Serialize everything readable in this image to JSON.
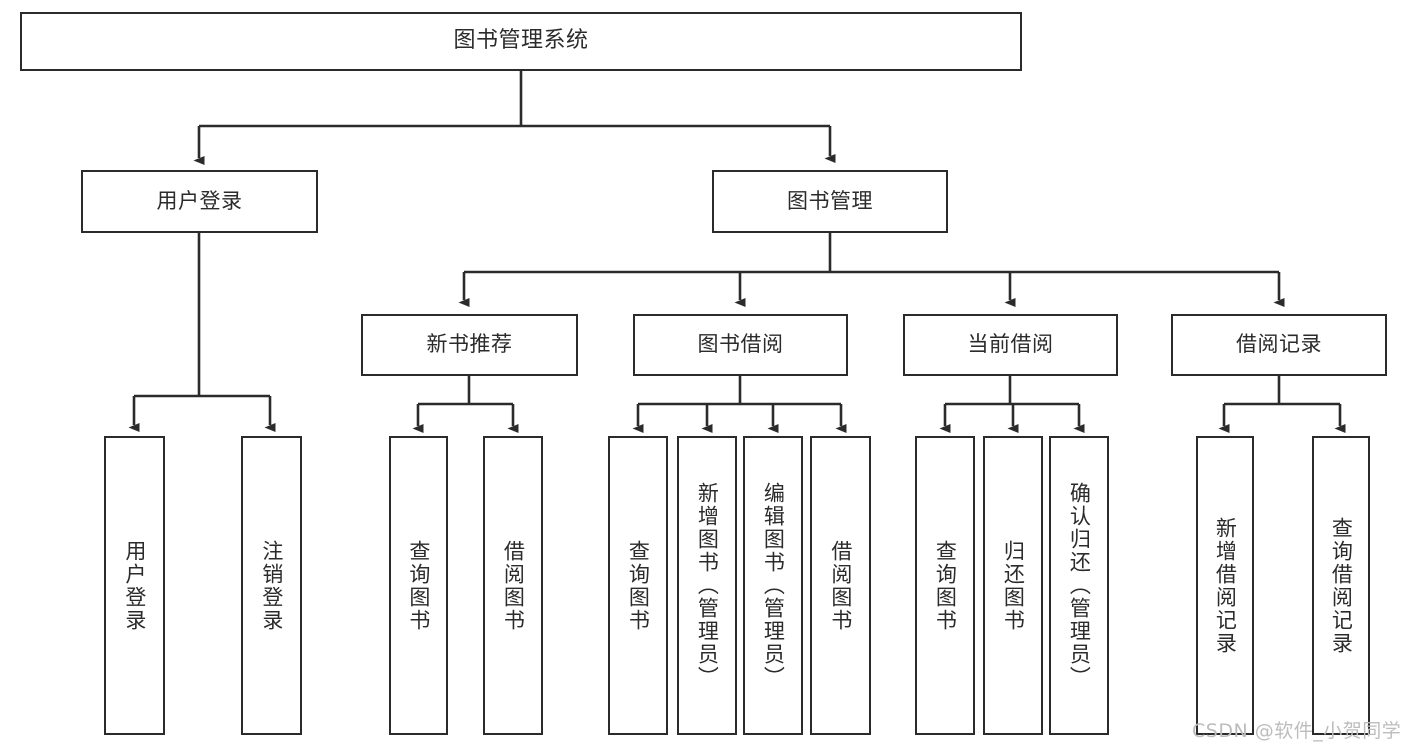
{
  "diagram": {
    "title": "图书管理系统",
    "type": "tree-hierarchy-diagram",
    "stroke_color": "#2b2b2b",
    "fill_color": "#ffffff",
    "text_color": "#2b2b2b"
  },
  "root": {
    "label": "图书管理系统"
  },
  "level2": [
    {
      "label": "用户登录"
    },
    {
      "label": "图书管理"
    }
  ],
  "level3": [
    {
      "label": "新书推荐"
    },
    {
      "label": "图书借阅"
    },
    {
      "label": "当前借阅"
    },
    {
      "label": "借阅记录"
    }
  ],
  "leaves": {
    "user_login": [
      {
        "label": "用户登录"
      },
      {
        "label": "注销登录"
      }
    ],
    "new_book_recommend": [
      {
        "label": "查询图书"
      },
      {
        "label": "借阅图书"
      }
    ],
    "book_borrow": [
      {
        "label": "查询图书"
      },
      {
        "label": "新增图书（管理员）"
      },
      {
        "label": "编辑图书（管理员）"
      },
      {
        "label": "借阅图书"
      }
    ],
    "current_borrow": [
      {
        "label": "查询图书"
      },
      {
        "label": "归还图书"
      },
      {
        "label": "确认归还（管理员）"
      }
    ],
    "borrow_record": [
      {
        "label": "新增借阅记录"
      },
      {
        "label": "查询借阅记录"
      }
    ]
  },
  "watermark": {
    "text": "CSDN @软件_小贺同学",
    "color": "#bdbdbd"
  }
}
